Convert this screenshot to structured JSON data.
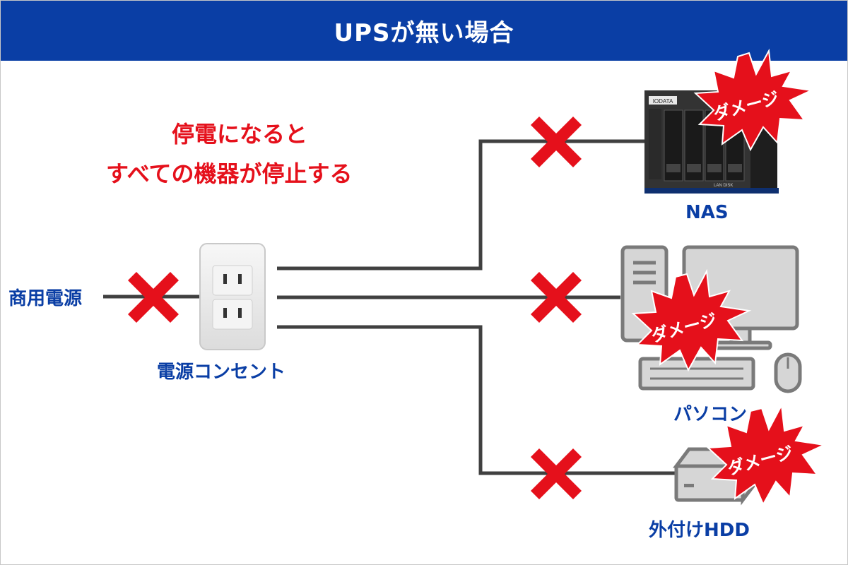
{
  "header": {
    "title": "UPSが無い場合"
  },
  "warning": {
    "line1": "停電になると",
    "line2": "すべての機器が停止する"
  },
  "labels": {
    "source": "商用電源",
    "outlet": "電源コンセント",
    "nas": "NAS",
    "pc": "パソコン",
    "hdd": "外付けHDD"
  },
  "damage": {
    "nas": "ダメージ",
    "pc": "ダメージ",
    "hdd": "ダメージ"
  },
  "nas_device": {
    "brand": "IODATA",
    "model": "LAN DISK"
  },
  "colors": {
    "header_bg": "#0a3ea5",
    "label_blue": "#0a3ea5",
    "warning_red": "#e5101b",
    "cross_red": "#e5101b",
    "line_gray": "#404040",
    "burst_red": "#e5101b"
  }
}
